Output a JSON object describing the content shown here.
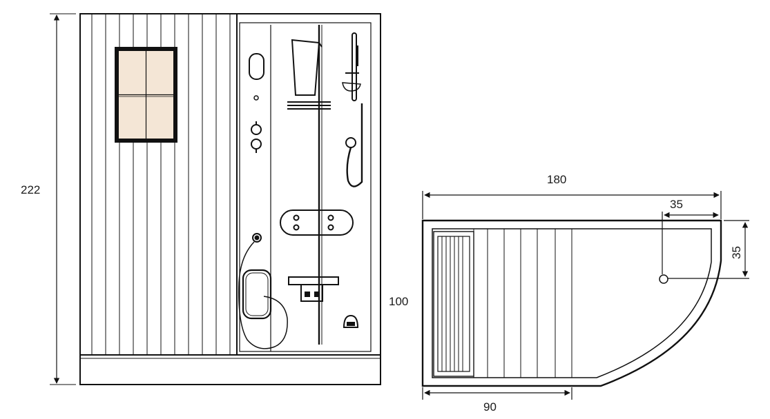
{
  "dimensions": {
    "height": "222",
    "total_width": "180",
    "corner_offset_x": "35",
    "corner_offset_y": "35",
    "depth": "100",
    "bench_width": "90"
  },
  "colors": {
    "stroke": "#111111",
    "window_glass": "#f4e6d6",
    "background": "#ffffff"
  }
}
